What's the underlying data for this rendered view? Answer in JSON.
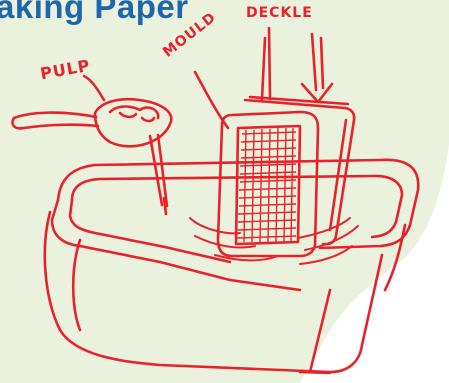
{
  "title": "aking Paper",
  "labels": {
    "deckle": "DECKLE",
    "pulp": "PULP",
    "mould": "MOULD"
  },
  "colors": {
    "background_shape": "#eaf1dd",
    "ink": "#e8222b",
    "title": "#1f66ad"
  }
}
